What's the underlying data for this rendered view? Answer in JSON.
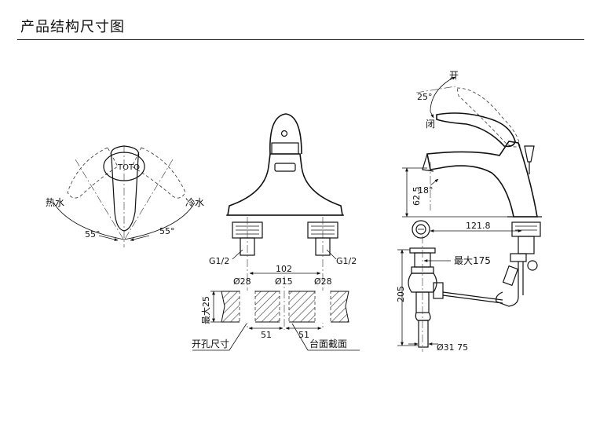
{
  "page_title": "产品结构尺寸图",
  "top_view": {
    "brand": "TOTO",
    "hot_label": "热水",
    "cold_label": "冷水",
    "left_angle": "55°",
    "right_angle": "55°"
  },
  "front_view": {
    "left_thread": "G1/2",
    "right_thread": "G1/2",
    "center_spacing": "102",
    "hole_left": "Ø28",
    "hole_mid": "Ø15",
    "hole_right": "Ø28",
    "max_thickness": "最大25",
    "left_offset": "51",
    "right_offset": "51",
    "hole_size_label": "开孔尺寸",
    "counter_section_label": "台面截面"
  },
  "side_view": {
    "open_label": "开",
    "close_label": "闭",
    "lever_angle": "25°",
    "spout_angle": "18°",
    "spout_height": "62.5",
    "spout_reach": "121.8",
    "max_rod": "最大175",
    "drain_length": "205",
    "drain_diameter": "Ø31 75"
  }
}
